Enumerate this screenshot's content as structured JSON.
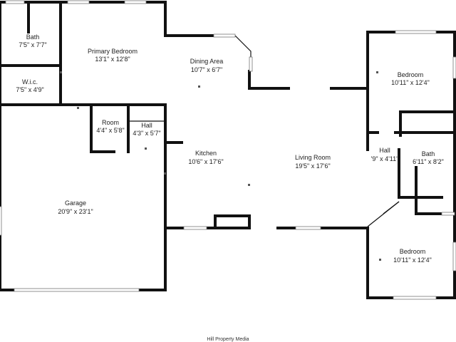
{
  "rooms": {
    "bath_top": {
      "name": "Bath",
      "dims": "7'5\" x 7'7\""
    },
    "primary_bedroom": {
      "name": "Primary Bedroom",
      "dims": "13'1\" x 12'8\""
    },
    "wic": {
      "name": "W.i.c.",
      "dims": "7'5\" x 4'9\""
    },
    "dining_area": {
      "name": "Dining Area",
      "dims": "10'7\" x 6'7\""
    },
    "bedroom_top": {
      "name": "Bedroom",
      "dims": "10'11\" x 12'4\""
    },
    "room": {
      "name": "Room",
      "dims": "4'4\" x 5'8\""
    },
    "hall_left": {
      "name": "Hall",
      "dims": "4'3\" x 5'7\""
    },
    "kitchen": {
      "name": "Kitchen",
      "dims": "10'6\" x 17'6\""
    },
    "living_room": {
      "name": "Living Room",
      "dims": "19'5\" x 17'6\""
    },
    "hall_right": {
      "name": "Hall",
      "dims": "'9\" x 4'11\""
    },
    "bath_right": {
      "name": "Bath",
      "dims": "6'11\" x 8'2\""
    },
    "garage": {
      "name": "Garage",
      "dims": "20'9\" x 23'1\""
    },
    "bedroom_bottom": {
      "name": "Bedroom",
      "dims": "10'11\" x 12'4\""
    }
  },
  "footer": {
    "credit": "Hill Property Media"
  }
}
